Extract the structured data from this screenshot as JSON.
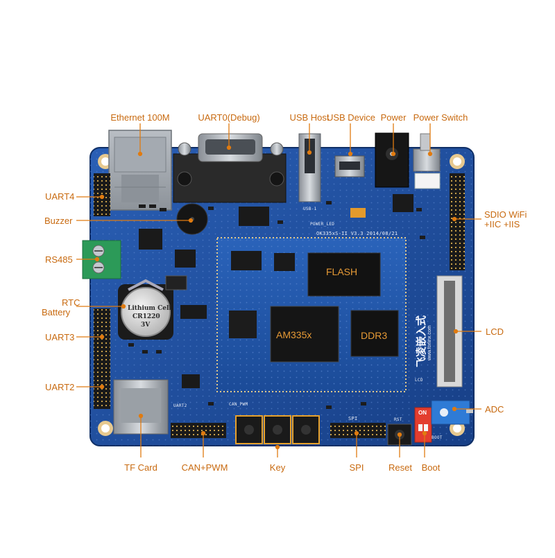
{
  "labels": {
    "ethernet": "Ethernet 100M",
    "uart0": "UART0(Debug)",
    "usb_host": "USB Host",
    "usb_device": "USB Device",
    "power": "Power",
    "power_switch": "Power Switch",
    "uart4": "UART4",
    "buzzer": "Buzzer",
    "sdio_line1": "SDIO WiFi",
    "sdio_line2": "+IIC +IIS",
    "rs485": "RS485",
    "rtc_line1": "RTC",
    "rtc_line2": "Battery",
    "lcd": "LCD",
    "uart3": "UART3",
    "uart2": "UART2",
    "adc": "ADC",
    "tf_card": "TF Card",
    "can_pwm": "CAN+PWM",
    "key": "Key",
    "spi": "SPI",
    "reset": "Reset",
    "boot": "Boot"
  },
  "chips": {
    "flash": "FLASH",
    "am335x": "AM335x",
    "ddr3": "DDR3"
  },
  "silkscreen": {
    "board_id": "OK335xS-II V3.3  2014/08/21",
    "usb_b": "USB-1",
    "power_led": "POWER_LED",
    "spi": "SPI",
    "can_pwm": "CAN_PWM",
    "lcd": "LCD",
    "boot": "BOOT",
    "rst": "RST",
    "uart_can": "UART2",
    "website": "www.forlinx.com",
    "brand_cn": "飞凌嵌入式"
  },
  "battery": {
    "line1": "Lithium Cell",
    "line2": "CR1220",
    "line3": "3V"
  },
  "switch_label": "ON",
  "colors": {
    "label": "#c86a10",
    "chip_label": "#e69a35",
    "pcb": "#1f4f9e",
    "pcb_dark": "#123a78",
    "leader_line": "#e07b10",
    "terminal_block": "#2c9a58"
  }
}
